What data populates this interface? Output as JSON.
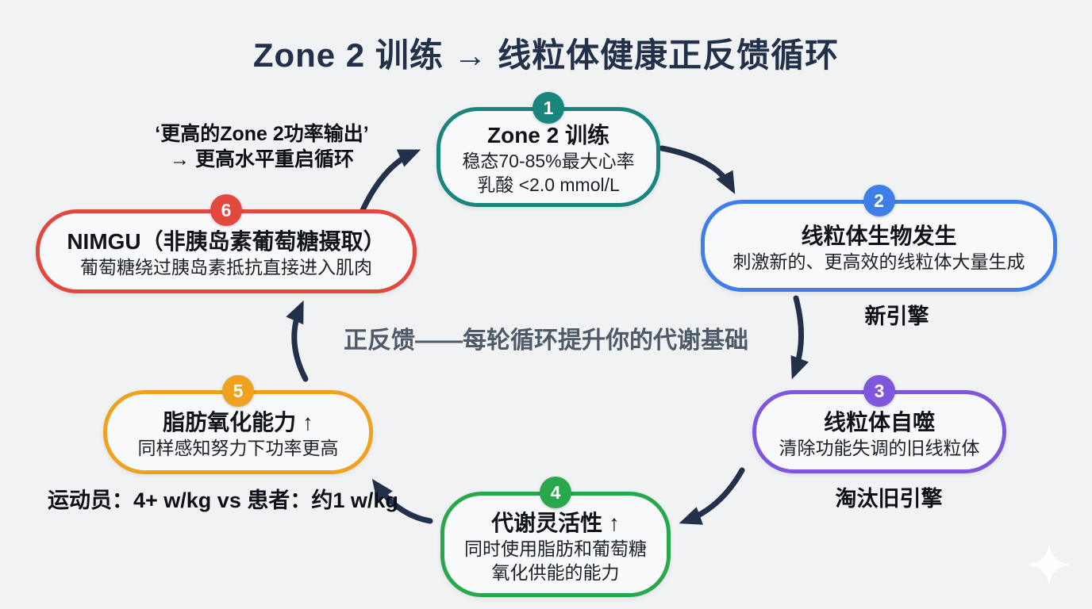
{
  "title": "Zone 2 训练 → 线粒体健康正反馈循环",
  "colors": {
    "background": "#f1f2f4",
    "title_text": "#22304a",
    "arrow": "#22304a",
    "center_text": "#4e5a68",
    "teal": "#19857c",
    "blue": "#3d7ee9",
    "purple": "#7e57dd",
    "green": "#28a74b",
    "orange": "#eea21f",
    "red": "#e2483d"
  },
  "nodes": [
    {
      "number": "1",
      "title": "Zone 2 训练",
      "lines": [
        "稳态70-85%最大心率",
        "乳酸 <2.0 mmol/L"
      ],
      "color": "#19857c"
    },
    {
      "number": "2",
      "title": "线粒体生物发生",
      "lines": [
        "刺激新的、更高效的线粒体大量生成"
      ],
      "color": "#3d7ee9"
    },
    {
      "number": "3",
      "title": "线粒体自噬",
      "lines": [
        "清除功能失调的旧线粒体"
      ],
      "color": "#7e57dd"
    },
    {
      "number": "4",
      "title": "代谢灵活性 ↑",
      "lines": [
        "同时使用脂肪和葡萄糖",
        "氧化供能的能力"
      ],
      "color": "#28a74b"
    },
    {
      "number": "5",
      "title": "脂肪氧化能力 ↑",
      "lines": [
        "同样感知努力下功率更高"
      ],
      "color": "#eea21f"
    },
    {
      "number": "6",
      "title": "NIMGU（非胰岛素葡萄糖摄取）",
      "lines": [
        "葡萄糖绕过胰岛素抵抗直接进入肌肉"
      ],
      "color": "#e2483d"
    }
  ],
  "edges": [
    {
      "from": "1",
      "to": "2"
    },
    {
      "from": "2",
      "to": "3"
    },
    {
      "from": "3",
      "to": "4"
    },
    {
      "from": "4",
      "to": "5"
    },
    {
      "from": "5",
      "to": "6"
    },
    {
      "from": "6",
      "to": "1"
    }
  ],
  "annotations": {
    "restart_line1": "‘更高的Zone 2功率输出’",
    "restart_line2": "→ 更高水平重启循环",
    "new_engine": "新引擎",
    "center_feedback": "正反馈——每轮循环提升你的代谢基础",
    "old_engine": "淘汰旧引擎",
    "athlete_comparison": "运动员：4+ w/kg vs 患者：约1 w/kg"
  },
  "icons": {
    "watermark": "sparkle-icon"
  }
}
